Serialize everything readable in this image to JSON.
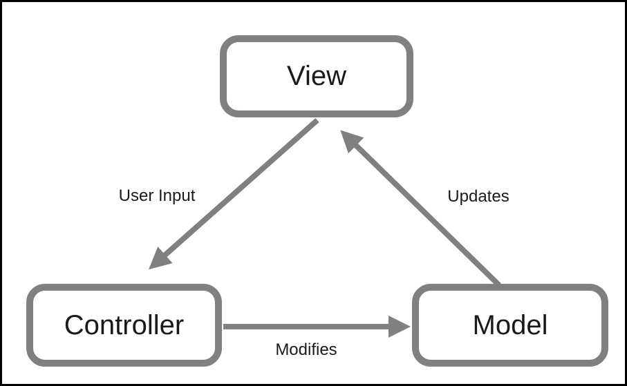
{
  "diagram": {
    "nodes": [
      {
        "id": "view",
        "label": "View"
      },
      {
        "id": "controller",
        "label": "Controller"
      },
      {
        "id": "model",
        "label": "Model"
      }
    ],
    "edges": [
      {
        "from": "view",
        "to": "controller",
        "label": "User Input"
      },
      {
        "from": "controller",
        "to": "model",
        "label": "Modifies"
      },
      {
        "from": "model",
        "to": "view",
        "label": "Updates"
      }
    ],
    "colors": {
      "node_border": "#808080",
      "node_fill": "#ffffff",
      "arrow": "#808080",
      "text": "#1a1a1a",
      "frame_border": "#000000",
      "background": "#ffffff"
    }
  }
}
